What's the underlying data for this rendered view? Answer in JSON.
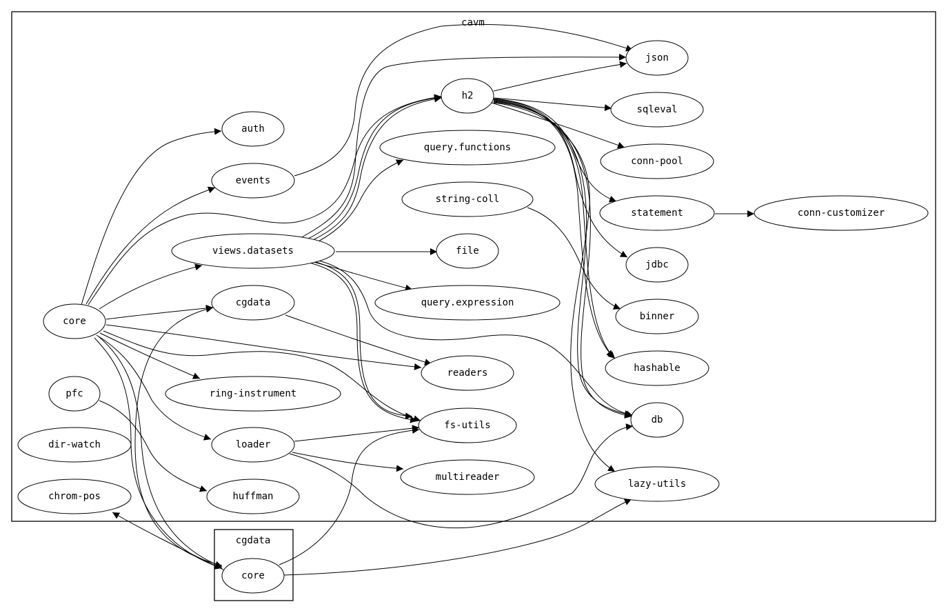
{
  "clusters": [
    {
      "id": "cavm",
      "label": "cavm"
    },
    {
      "id": "cgdata_cluster",
      "label": "cgdata"
    }
  ],
  "nodes": [
    {
      "id": "json",
      "label": "json",
      "cluster": "cavm"
    },
    {
      "id": "h2",
      "label": "h2",
      "cluster": "cavm"
    },
    {
      "id": "sqleval",
      "label": "sqleval",
      "cluster": "cavm"
    },
    {
      "id": "auth",
      "label": "auth",
      "cluster": "cavm"
    },
    {
      "id": "query_functions",
      "label": "query.functions",
      "cluster": "cavm"
    },
    {
      "id": "conn_pool",
      "label": "conn-pool",
      "cluster": "cavm"
    },
    {
      "id": "events",
      "label": "events",
      "cluster": "cavm"
    },
    {
      "id": "string_coll",
      "label": "string-coll",
      "cluster": "cavm"
    },
    {
      "id": "statement",
      "label": "statement",
      "cluster": "cavm"
    },
    {
      "id": "conn_customizer",
      "label": "conn-customizer",
      "cluster": "cavm"
    },
    {
      "id": "views_datasets",
      "label": "views.datasets",
      "cluster": "cavm"
    },
    {
      "id": "file",
      "label": "file",
      "cluster": "cavm"
    },
    {
      "id": "jdbc",
      "label": "jdbc",
      "cluster": "cavm"
    },
    {
      "id": "cgdata",
      "label": "cgdata",
      "cluster": "cavm"
    },
    {
      "id": "query_expression",
      "label": "query.expression",
      "cluster": "cavm"
    },
    {
      "id": "binner",
      "label": "binner",
      "cluster": "cavm"
    },
    {
      "id": "core",
      "label": "core",
      "cluster": "cavm"
    },
    {
      "id": "readers",
      "label": "readers",
      "cluster": "cavm"
    },
    {
      "id": "hashable",
      "label": "hashable",
      "cluster": "cavm"
    },
    {
      "id": "pfc",
      "label": "pfc",
      "cluster": "cavm"
    },
    {
      "id": "ring_instrument",
      "label": "ring-instrument",
      "cluster": "cavm"
    },
    {
      "id": "fs_utils",
      "label": "fs-utils",
      "cluster": "cavm"
    },
    {
      "id": "db",
      "label": "db",
      "cluster": "cavm"
    },
    {
      "id": "dir_watch",
      "label": "dir-watch",
      "cluster": "cavm"
    },
    {
      "id": "loader",
      "label": "loader",
      "cluster": "cavm"
    },
    {
      "id": "multireader",
      "label": "multireader",
      "cluster": "cavm"
    },
    {
      "id": "lazy_utils",
      "label": "lazy-utils",
      "cluster": "cavm"
    },
    {
      "id": "chrom_pos",
      "label": "chrom-pos",
      "cluster": "cavm"
    },
    {
      "id": "huffman",
      "label": "huffman",
      "cluster": "cavm"
    },
    {
      "id": "cg_core",
      "label": "core",
      "cluster": "cgdata_cluster"
    }
  ],
  "edges": [
    {
      "from": "core",
      "to": "auth"
    },
    {
      "from": "core",
      "to": "events"
    },
    {
      "from": "core",
      "to": "h2"
    },
    {
      "from": "core",
      "to": "views_datasets"
    },
    {
      "from": "core",
      "to": "cgdata"
    },
    {
      "from": "core",
      "to": "readers"
    },
    {
      "from": "core",
      "to": "fs_utils"
    },
    {
      "from": "core",
      "to": "ring_instrument"
    },
    {
      "from": "core",
      "to": "loader"
    },
    {
      "from": "core",
      "to": "cg_core"
    },
    {
      "from": "core",
      "to": "cg_core"
    },
    {
      "from": "events",
      "to": "json"
    },
    {
      "from": "views_datasets",
      "to": "json"
    },
    {
      "from": "views_datasets",
      "to": "h2"
    },
    {
      "from": "views_datasets",
      "to": "h2"
    },
    {
      "from": "views_datasets",
      "to": "query_functions"
    },
    {
      "from": "views_datasets",
      "to": "file"
    },
    {
      "from": "views_datasets",
      "to": "query_expression"
    },
    {
      "from": "views_datasets",
      "to": "fs_utils"
    },
    {
      "from": "views_datasets",
      "to": "fs_utils"
    },
    {
      "from": "views_datasets",
      "to": "db"
    },
    {
      "from": "h2",
      "to": "json"
    },
    {
      "from": "h2",
      "to": "sqleval"
    },
    {
      "from": "h2",
      "to": "conn_pool"
    },
    {
      "from": "h2",
      "to": "statement"
    },
    {
      "from": "h2",
      "to": "jdbc"
    },
    {
      "from": "h2",
      "to": "hashable"
    },
    {
      "from": "h2",
      "to": "hashable"
    },
    {
      "from": "h2",
      "to": "db"
    },
    {
      "from": "h2",
      "to": "db"
    },
    {
      "from": "h2",
      "to": "lazy_utils"
    },
    {
      "from": "statement",
      "to": "conn_customizer"
    },
    {
      "from": "string_coll",
      "to": "binner"
    },
    {
      "from": "cgdata",
      "to": "readers"
    },
    {
      "from": "loader",
      "to": "fs_utils"
    },
    {
      "from": "loader",
      "to": "multireader"
    },
    {
      "from": "loader",
      "to": "db"
    },
    {
      "from": "pfc",
      "to": "huffman"
    },
    {
      "from": "cg_core",
      "to": "cgdata"
    },
    {
      "from": "cg_core",
      "to": "fs_utils"
    },
    {
      "from": "cg_core",
      "to": "lazy_utils"
    },
    {
      "from": "cg_core",
      "to": "chrom_pos"
    }
  ]
}
